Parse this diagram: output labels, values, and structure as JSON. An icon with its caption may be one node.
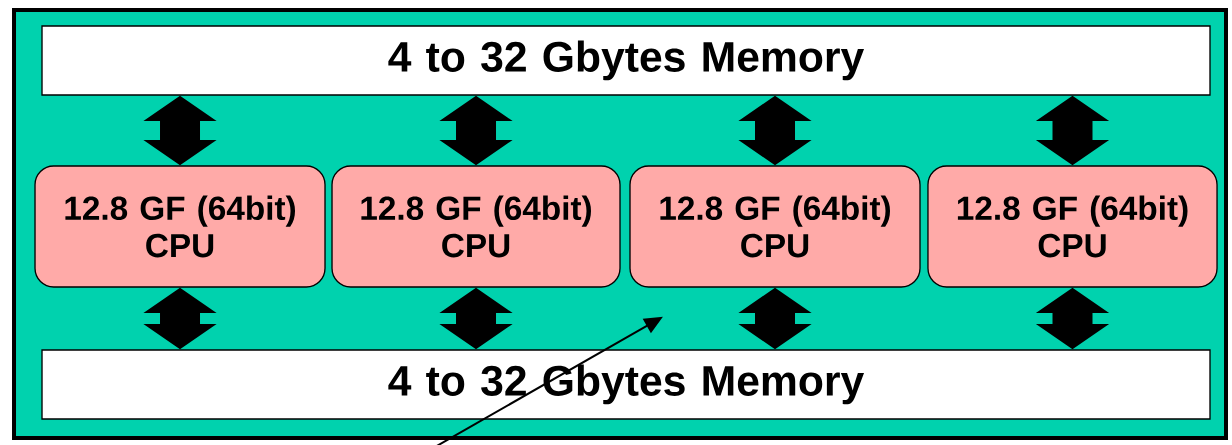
{
  "diagram": {
    "nodes": [
      {
        "text": [],
        "shape": "box"
      },
      {
        "text": [
          "4 to 32 Gbytes Memory"
        ],
        "in": 0
      },
      {
        "text": [
          "12.8 GF (64bit)",
          "CPU"
        ],
        "in": 0
      },
      {
        "text": [
          "12.8 GF (64bit)",
          "CPU"
        ],
        "in": 0
      },
      {
        "text": [
          "12.8 GF (64bit)",
          "CPU"
        ],
        "in": 0
      },
      {
        "text": [
          "12.8 GF (64bit)",
          "CPU"
        ],
        "in": 0
      },
      {
        "text": [
          "4 to 32 Gbytes Memory"
        ],
        "in": 0
      }
    ],
    "edges": [
      {
        "from": 1,
        "to": 2,
        "arrow": "both"
      },
      {
        "from": 1,
        "to": 3,
        "arrow": "both"
      },
      {
        "from": 1,
        "to": 4,
        "arrow": "both"
      },
      {
        "from": 1,
        "to": 5,
        "arrow": "both"
      },
      {
        "from": 2,
        "to": 6,
        "arrow": "both"
      },
      {
        "from": 3,
        "to": 6,
        "arrow": "both"
      },
      {
        "from": 4,
        "to": 6,
        "arrow": "both"
      },
      {
        "from": 5,
        "to": 6,
        "arrow": "both"
      },
      {
        "from": null,
        "to": 4,
        "arrow": "to"
      }
    ]
  }
}
